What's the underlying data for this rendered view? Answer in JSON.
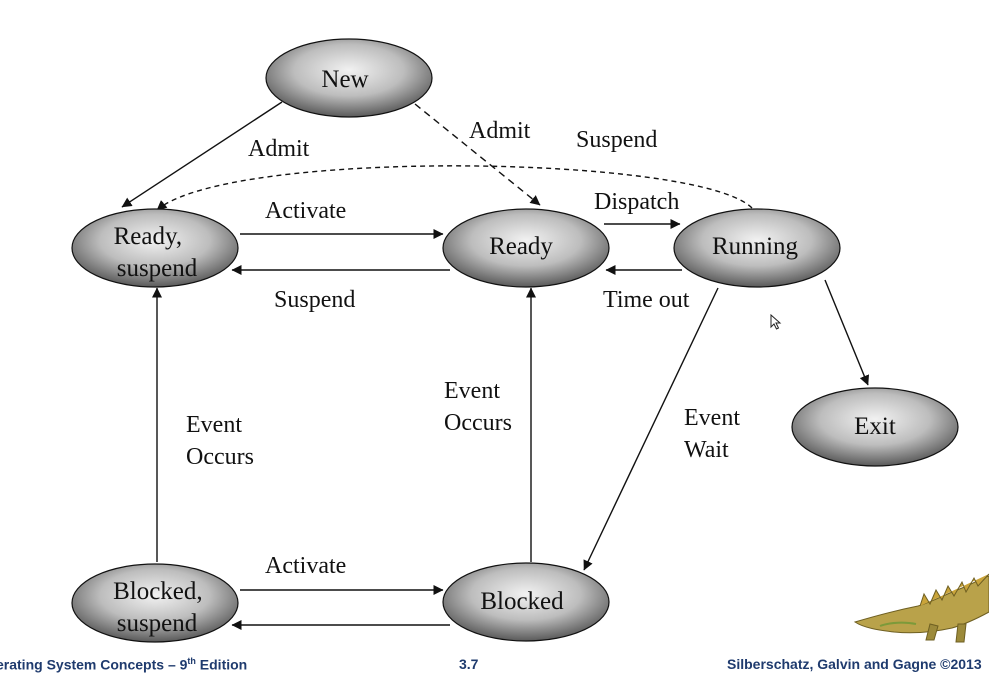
{
  "diagram": {
    "states": {
      "new": "New",
      "ready_suspend": [
        "Ready,",
        "suspend"
      ],
      "ready": "Ready",
      "running": "Running",
      "exit": "Exit",
      "blocked_suspend": [
        "Blocked,",
        "suspend"
      ],
      "blocked": "Blocked"
    },
    "edges": {
      "admit_solid": "Admit",
      "admit_dashed": "Admit",
      "suspend_running": "Suspend",
      "dispatch": "Dispatch",
      "activate_top": "Activate",
      "suspend_ready": "Suspend",
      "time_out": "Time out",
      "event_occurs_left": [
        "Event",
        "Occurs"
      ],
      "event_occurs_mid": [
        "Event",
        "Occurs"
      ],
      "event_wait": [
        "Event",
        "Wait"
      ],
      "activate_bottom": "Activate"
    },
    "colors": {
      "node_light": "#f2f2f2",
      "node_dark": "#5a5a5a",
      "stroke": "#111111",
      "footer_text": "#1f3b6e"
    }
  },
  "footer": {
    "left_main": "erating System Concepts – 9",
    "left_sup": "th",
    "left_tail": " Edition",
    "center": "3.7",
    "right": "Silberschatz, Galvin and Gagne ©2013"
  }
}
